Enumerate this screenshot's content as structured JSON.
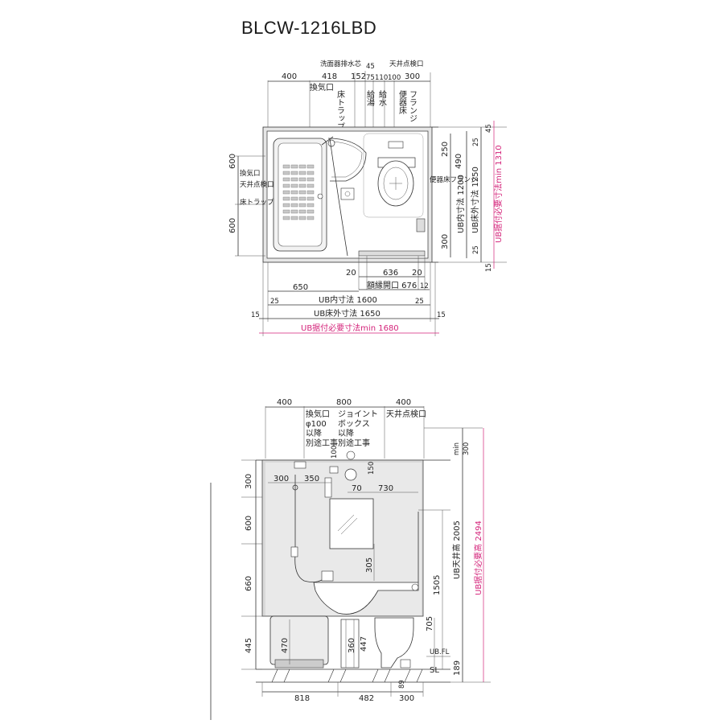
{
  "title": "BLCW-1216LBD",
  "plan": {
    "top_dims": [
      "400",
      "418",
      "152",
      "45",
      "75",
      "110",
      "100",
      "300"
    ],
    "top_labels": {
      "sink_drain": "洗面器排水芯",
      "ceiling_hatch": "天井点検口",
      "vent": "換気口",
      "floor_trap": "床トラップ",
      "hot_water": "給湯",
      "water_supply": "給水",
      "toilet_floor": "便器床",
      "flange": "フランジ"
    },
    "left_dims": [
      "600",
      "600"
    ],
    "left_labels": [
      "換気口",
      "天井点検口",
      "床トラップ"
    ],
    "right_dims": [
      "45",
      "25",
      "250",
      "490",
      "300",
      "25",
      "15"
    ],
    "right_labels": {
      "toilet_flange": "便器床フランジ",
      "ub_inner": "UB内寸法 1200",
      "ub_outer": "UB床外寸法 1250",
      "ub_required": "UB据付必要寸法min 1310"
    },
    "bottom": {
      "d20a": "20",
      "d636": "636",
      "d20b": "20",
      "frame_open": "額縁開口 676",
      "d12": "12",
      "d650": "650",
      "ub_inner": "UB内寸法 1600",
      "d25a": "25",
      "d25b": "25",
      "d15a": "15",
      "ub_outer": "UB床外寸法 1650",
      "d15b": "15",
      "ub_required": "UB据付必要寸法min 1680"
    }
  },
  "elevation": {
    "top_dims": [
      "400",
      "800",
      "400"
    ],
    "labels": {
      "vent": "換気口",
      "phi100": "φ100",
      "after1": "以降",
      "separate1": "別途工事",
      "joint": "ジョイント",
      "box": "ボックス",
      "after2": "以降",
      "separate2": "別途工事",
      "ceiling_hatch": "天井点検口",
      "min": "min",
      "min300": "300"
    },
    "left_dims": [
      "300",
      "600",
      "660",
      "445"
    ],
    "inner_dims": {
      "d300": "300",
      "d350": "350",
      "d100": "100",
      "d150": "150",
      "d70": "70",
      "d730": "730",
      "d305": "305",
      "d470": "470",
      "d360": "360",
      "d447": "447",
      "d1505": "1505",
      "d705": "705"
    },
    "right_labels": {
      "ub_ceiling": "UB天井高 2005",
      "ub_required_height": "UB据付必要高 2494",
      "ubfl": "UB.FL",
      "sl": "SL",
      "d189": "189"
    },
    "bottom_dims": [
      "818",
      "482",
      "300",
      "89"
    ]
  },
  "colors": {
    "line": "#333333",
    "magenta": "#d4237a",
    "fill": "#e6e6e6"
  }
}
